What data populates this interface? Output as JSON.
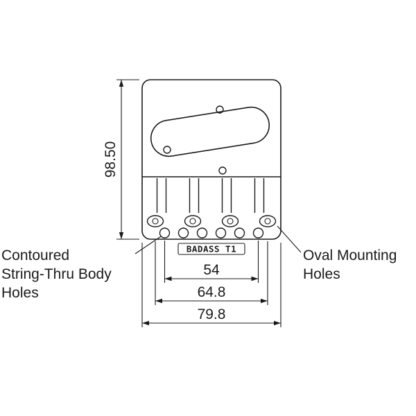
{
  "logo": "BADASS T1",
  "dimensions": {
    "plate_height": "98.50",
    "string_spacing": "54",
    "mounting_span": "64.8",
    "plate_width": "79.8"
  },
  "annotations": {
    "left": [
      "Contoured",
      "String-Thru Body",
      "Holes"
    ],
    "right": [
      "Oval Mounting",
      "Holes"
    ]
  },
  "colors": {
    "line": "#1a1a1a",
    "background": "#ffffff"
  }
}
